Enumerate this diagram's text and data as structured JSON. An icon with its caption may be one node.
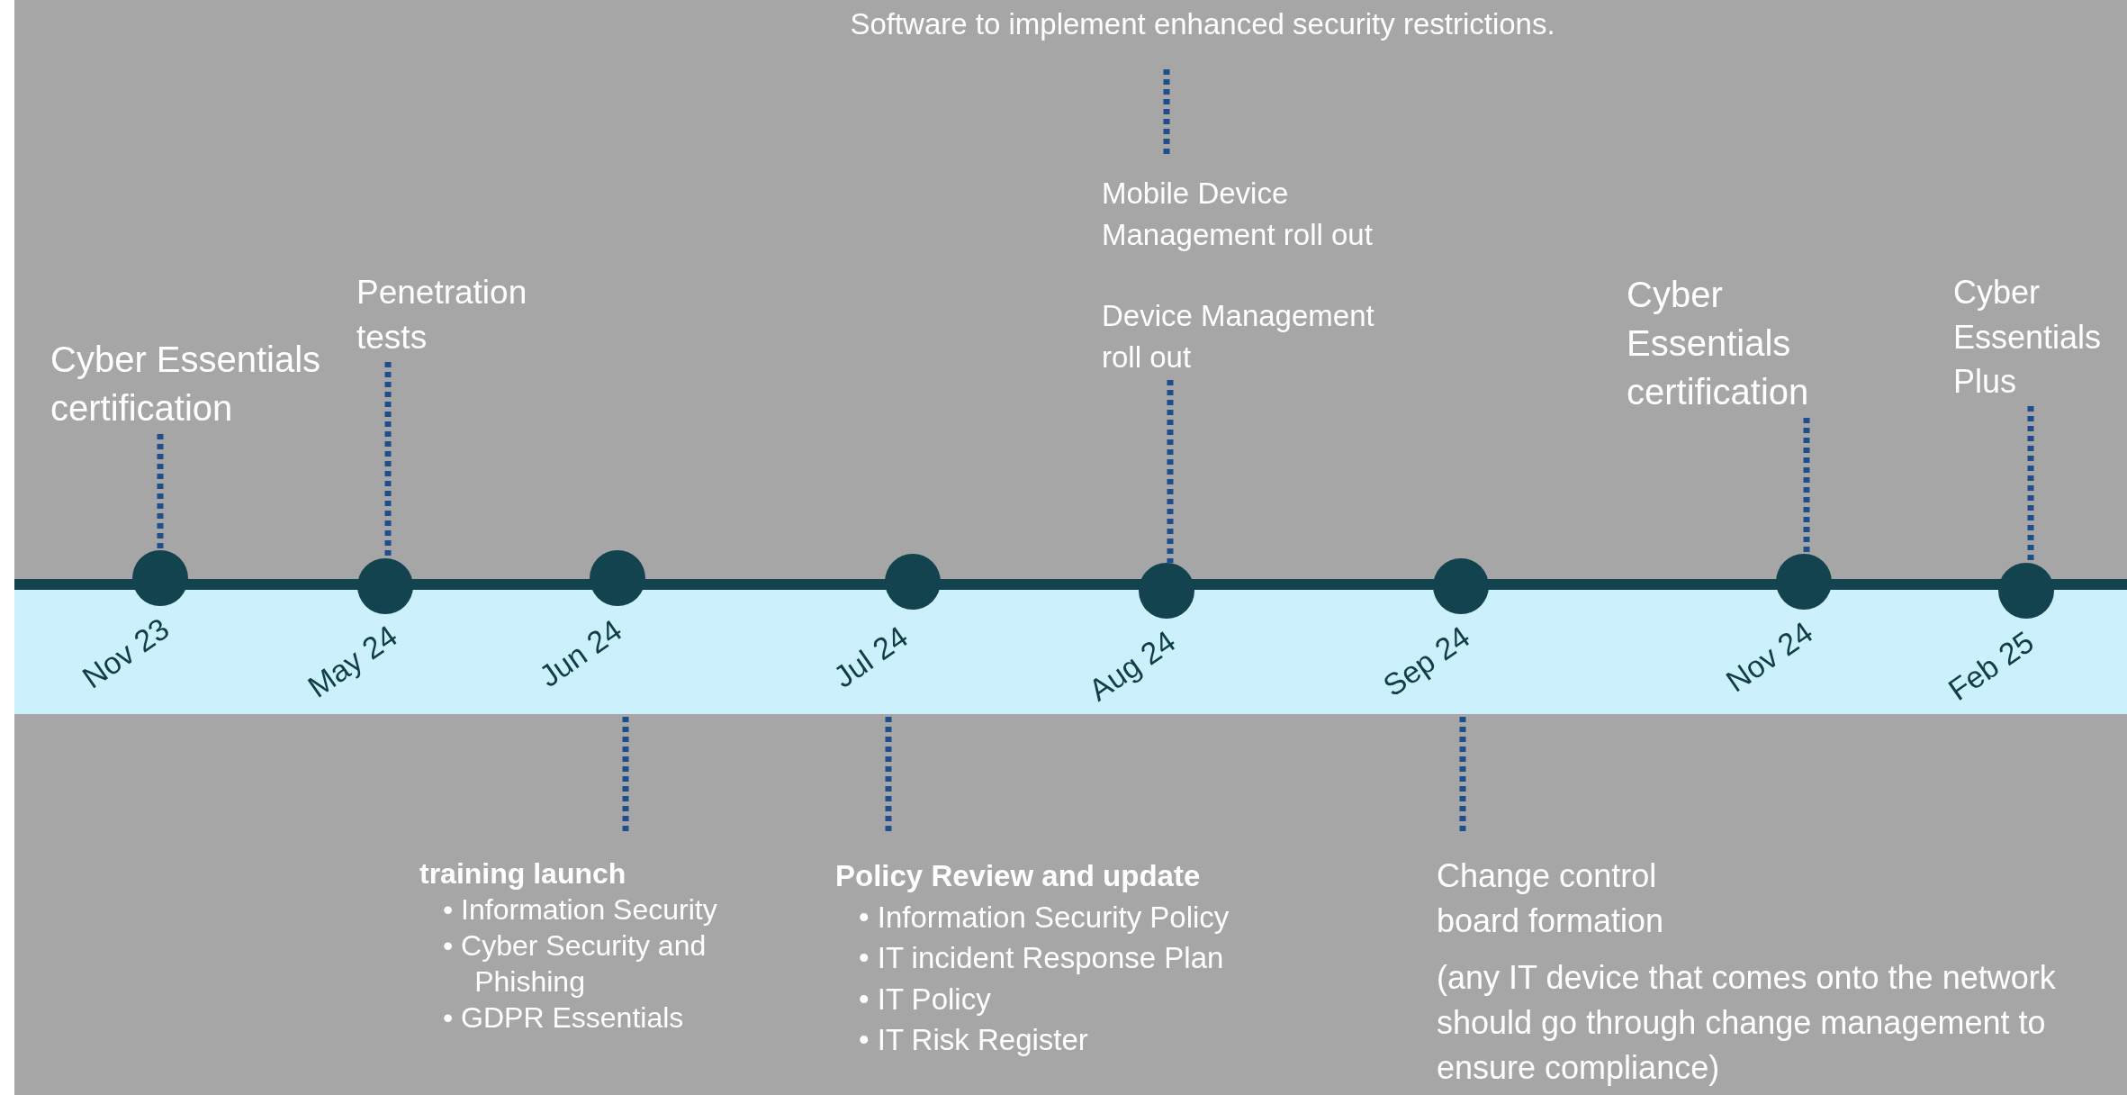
{
  "diagram": {
    "nodes": [
      {
        "text": [
          "Cyber Essentials certification"
        ]
      },
      {
        "text": [
          "Penetration tests"
        ]
      },
      {
        "text": [
          "Software to implement enhanced security restrictions."
        ]
      },
      {
        "text": [
          "Mobile Device Management roll out"
        ]
      },
      {
        "text": [
          "Device Management roll out"
        ]
      },
      {
        "text": [
          "Cyber Essentials certification"
        ]
      },
      {
        "text": [
          "Cyber Essentials Plus"
        ]
      },
      {
        "text": [],
        "shape": "circle",
        "beside": [
          "Nov 23"
        ]
      },
      {
        "text": [],
        "shape": "circle",
        "beside": [
          "May 24"
        ]
      },
      {
        "text": [],
        "shape": "circle",
        "beside": [
          "Jun 24"
        ]
      },
      {
        "text": [],
        "shape": "circle",
        "beside": [
          "Jul 24"
        ]
      },
      {
        "text": [],
        "shape": "circle",
        "beside": [
          "Aug 24"
        ]
      },
      {
        "text": [],
        "shape": "circle",
        "beside": [
          "Sep 24"
        ]
      },
      {
        "text": [],
        "shape": "circle",
        "beside": [
          "Nov 24"
        ]
      },
      {
        "text": [],
        "shape": "circle",
        "beside": [
          "Feb 25"
        ]
      },
      {
        "text": [
          "training launch",
          "• Information Security",
          "• Cyber Security and Phishing",
          "• GDPR Essentials"
        ]
      },
      {
        "text": [
          "Policy Review and update",
          "• Information Security Policy",
          "• IT incident Response Plan",
          "• IT Policy",
          "• IT Risk Register"
        ]
      },
      {
        "text": [
          "Change control board formation",
          "(any IT device that comes onto the network should go through change management to ensure compliance)"
        ]
      }
    ],
    "edges": [
      {
        "from": 0,
        "to": 7,
        "arrow": "none"
      },
      {
        "from": 1,
        "to": 8,
        "arrow": "none"
      },
      {
        "from": 2,
        "to": 3,
        "arrow": "none"
      },
      {
        "from": 4,
        "to": 11,
        "arrow": "none"
      },
      {
        "from": 5,
        "to": 13,
        "arrow": "none"
      },
      {
        "from": 6,
        "to": 14,
        "arrow": "none"
      },
      {
        "from": 9,
        "to": 15,
        "arrow": "none"
      },
      {
        "from": 10,
        "to": 16,
        "arrow": "none"
      },
      {
        "from": 12,
        "to": 17,
        "arrow": "none"
      }
    ]
  }
}
